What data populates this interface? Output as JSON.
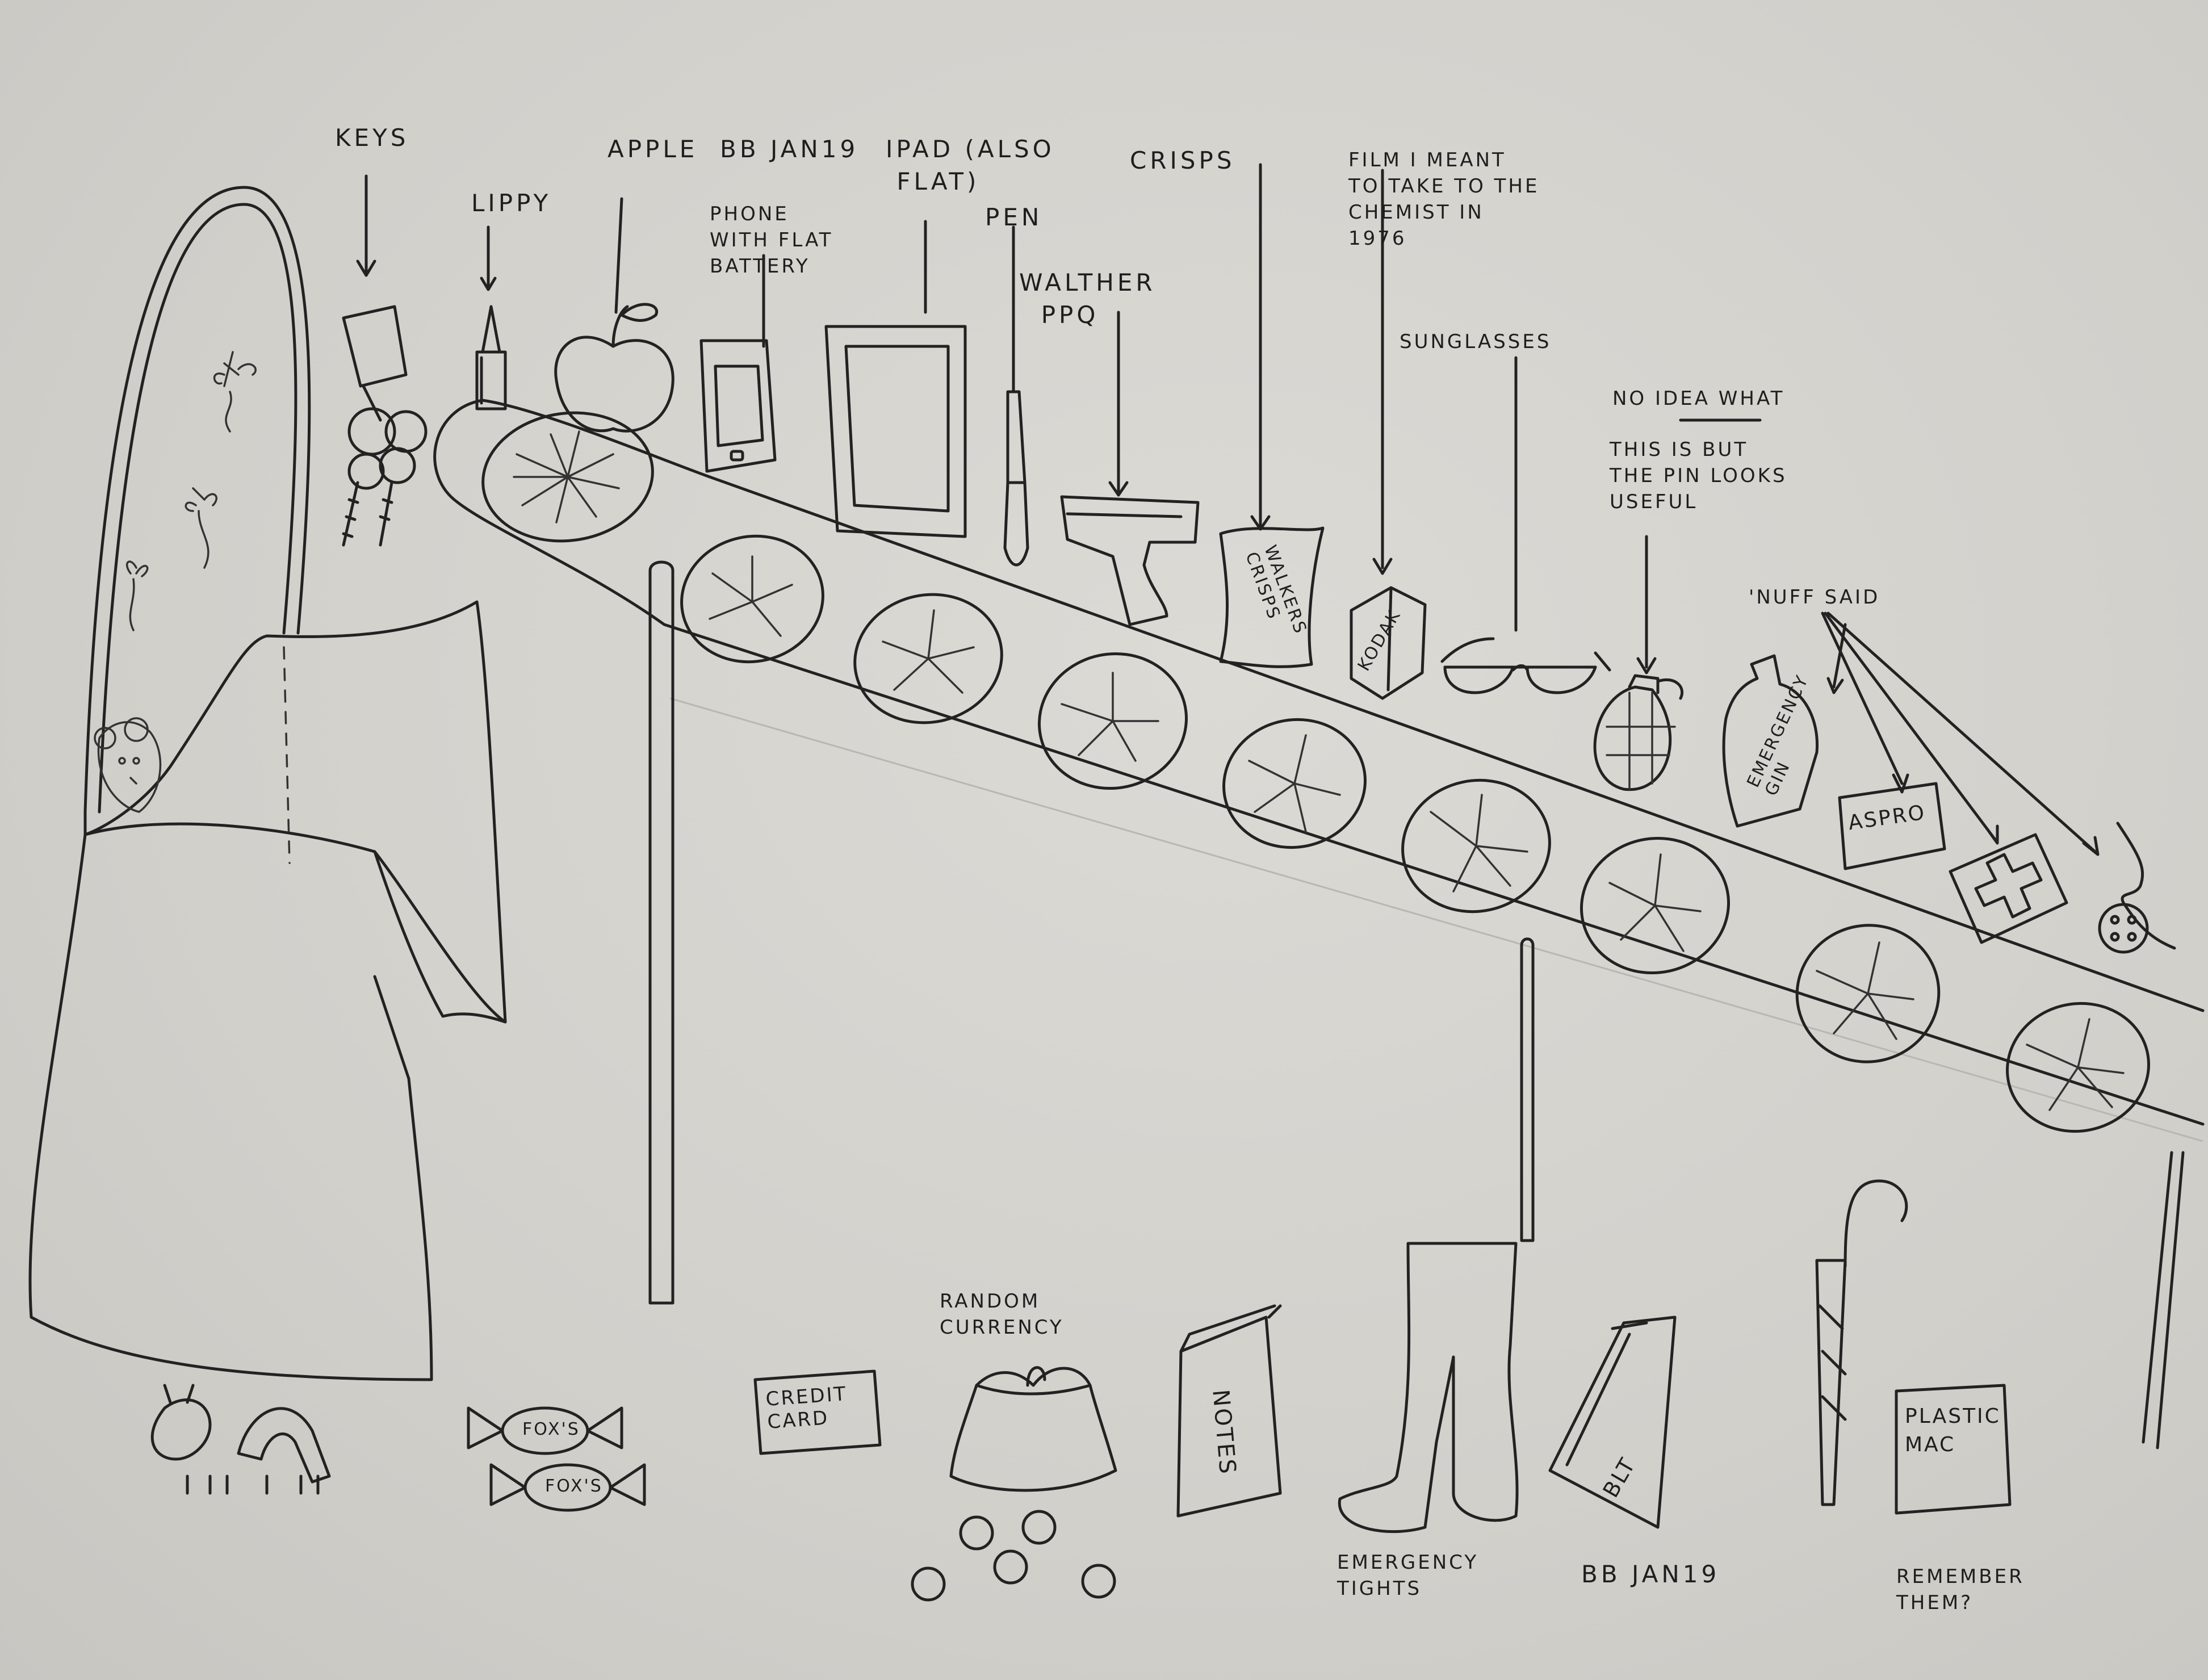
{
  "labels": {
    "keys": "KEYS",
    "lippy": "LIPPY",
    "apple": "APPLE  BB JAN19",
    "ipad": "IPAD (ALSO\n FLAT)",
    "phone": "PHONE\nWITH FLAT\nBATTERY",
    "pen": "PEN",
    "walther": "WALTHER\n  PPQ",
    "crisps": "CRISPS",
    "film": "FILM I MEANT\nTO TAKE TO THE\nCHEMIST IN\n1976",
    "sunglasses": "SUNGLASSES",
    "no_idea_1": "NO IDEA WHAT",
    "no_idea_2": "THIS IS BUT\nTHE PIN LOOKS\nUSEFUL",
    "nuff_said": "'NUFF SAID",
    "random_currency": "RANDOM\nCURRENCY",
    "emergency_tights": "EMERGENCY\nTIGHTS",
    "bb_jan19": "BB JAN19",
    "remember": "REMEMBER\nTHEM?"
  },
  "item_text": {
    "crisps_bag": "WALKERS\nCRISPS",
    "kodak": "KODAK",
    "emergency_gin": "EMERGENCY\nGIN",
    "aspro": "ASPRO",
    "credit_card": "CREDIT\nCARD",
    "notes": "NOTES",
    "blt": "BLT",
    "plastic_mac": "PLASTIC\nMAC",
    "fox_1": "FOX'S",
    "fox_2": "FOX'S"
  }
}
